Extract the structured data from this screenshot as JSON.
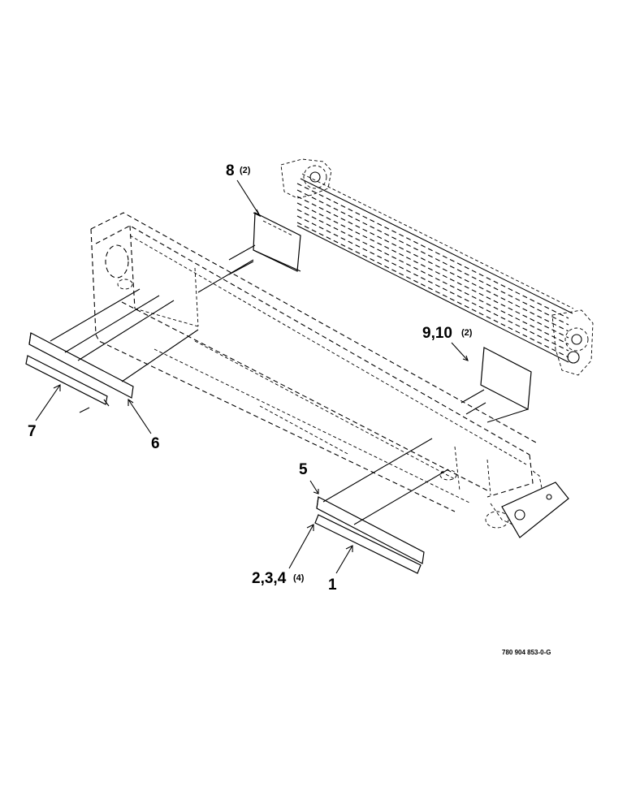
{
  "diagram": {
    "callouts": {
      "c8": "8",
      "c8_qty": "(2)",
      "c910": "9,10",
      "c910_qty": "(2)",
      "c7": "7",
      "c6": "6",
      "c5": "5",
      "c234": "2,3,4",
      "c234_qty": "(4)",
      "c1": "1"
    },
    "reference_number": "780 904 853-0-G"
  }
}
